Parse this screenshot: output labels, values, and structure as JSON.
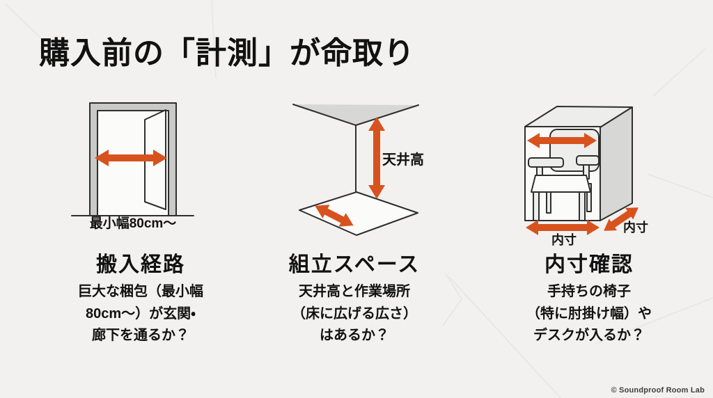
{
  "title": "購入前の「計測」が命取り",
  "watermark": "© Soundproof Room Lab",
  "colors": {
    "background": "#f2f1ef",
    "outline": "#2e2e2e",
    "arrow": "#d8521e",
    "frame_gray": "#c9c9c7",
    "panel_mid": "#d7d7d5",
    "panel_light": "#ededeb",
    "paper_white": "#fbfbf9",
    "crease": "#e3e3e0",
    "text": "#111111",
    "watermark_color": "#3c3c3c"
  },
  "columns": [
    {
      "id": "carry-in-route",
      "illustration": "door-with-width-arrow",
      "heading": "搬入経路",
      "body": "巨大な梱包（最小幅\n80cm〜）が玄関・\n廊下を通るか？",
      "labels": {
        "min_width": "最小幅80cm〜"
      }
    },
    {
      "id": "assembly-space",
      "illustration": "room-corner-with-arrows",
      "heading": "組立スペース",
      "body": "天井高と作業場所\n（床に広げる広さ）\nはあるか？",
      "labels": {
        "ceiling_height": "天井高"
      }
    },
    {
      "id": "inner-dimensions",
      "illustration": "chair-in-box-with-arrows",
      "heading": "内寸確認",
      "body": "手持ちの椅子\n（特に肘掛け幅）や\nデスクが入るか？",
      "labels": {
        "inner_width": "内寸",
        "inner_depth": "内寸"
      }
    }
  ]
}
